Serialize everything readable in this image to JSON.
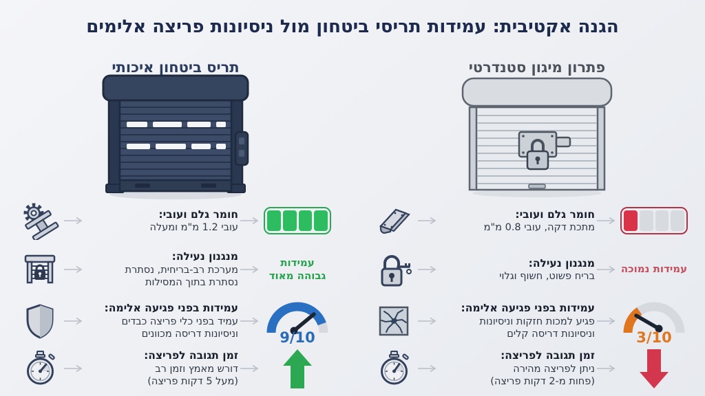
{
  "title": "הגנה אקטיבית: עמידות תריסי ביטחון מול ניסיונות פריצה אלימים",
  "quality": {
    "header": "תריס ביטחון איכותי",
    "shutter": "dark-security-shutter-illustration",
    "rows": [
      {
        "icon": "gear-steel-beam-icon",
        "title": "חומר גלם ועובי:",
        "desc": "עובי 1.2 מ\"מ ומעלה"
      },
      {
        "icon": "shutter-lock-icon",
        "title": "מנגנון נעילה:",
        "desc": "מערכת רב-בריחית, נסתרת\nנסתרת בתוך המסילות"
      },
      {
        "icon": "shield-icon",
        "title": "עמידות בפני פגיעה אלימה:",
        "desc": "עמיד בפני כלי פריצה כבדים\nוניסיונות דריסה מכוונים"
      },
      {
        "icon": "stopwatch-icon",
        "title": "זמן תגובה לפריצה:",
        "desc": "דורש מאמץ וזמן רב\n(מעל 5 דקות פריצה)"
      }
    ],
    "battery": {
      "filled": 4,
      "total": 4,
      "fill_color": "#2dbd60",
      "border_color": "#28a855"
    },
    "lock_rating": "עמידות\nגבוהה מאוד",
    "lock_rating_color": "#27a24e",
    "gauge": {
      "score": "9/10",
      "color": "#2b6cb8"
    },
    "trend": {
      "direction": "up",
      "color": "#2ca852"
    }
  },
  "standard": {
    "header": "פתרון מיגון סטנדרטי",
    "shutter": "light-standard-shutter-illustration",
    "rows": [
      {
        "icon": "metal-sheet-icon",
        "title": "חומר גלם ועובי:",
        "desc": "מתכת דקה, עובי 0.8 מ\"מ"
      },
      {
        "icon": "padlock-key-icon",
        "title": "מנגנון נעילה:",
        "desc": "בריח פשוט, חשוף וגלוי"
      },
      {
        "icon": "cracked-panel-icon",
        "title": "עמידות בפני פגיעה אלימה:",
        "desc": "פגיע למכות חזקות וניסיונות\nוניסיונות דריסה קלים"
      },
      {
        "icon": "stopwatch-icon",
        "title": "זמן תגובה לפריצה:",
        "desc": "ניתן לפריצה מהירה\n(פחות מ-2 דקות פריצה)"
      }
    ],
    "battery": {
      "filled": 1,
      "total": 4,
      "fill_color": "#d93349",
      "border_color": "#b23344"
    },
    "lock_rating": "עמידות נמוכה",
    "lock_rating_color": "#c4505e",
    "gauge": {
      "score": "3/10",
      "color": "#e0761f"
    },
    "trend": {
      "direction": "down",
      "color": "#d2374e"
    }
  }
}
